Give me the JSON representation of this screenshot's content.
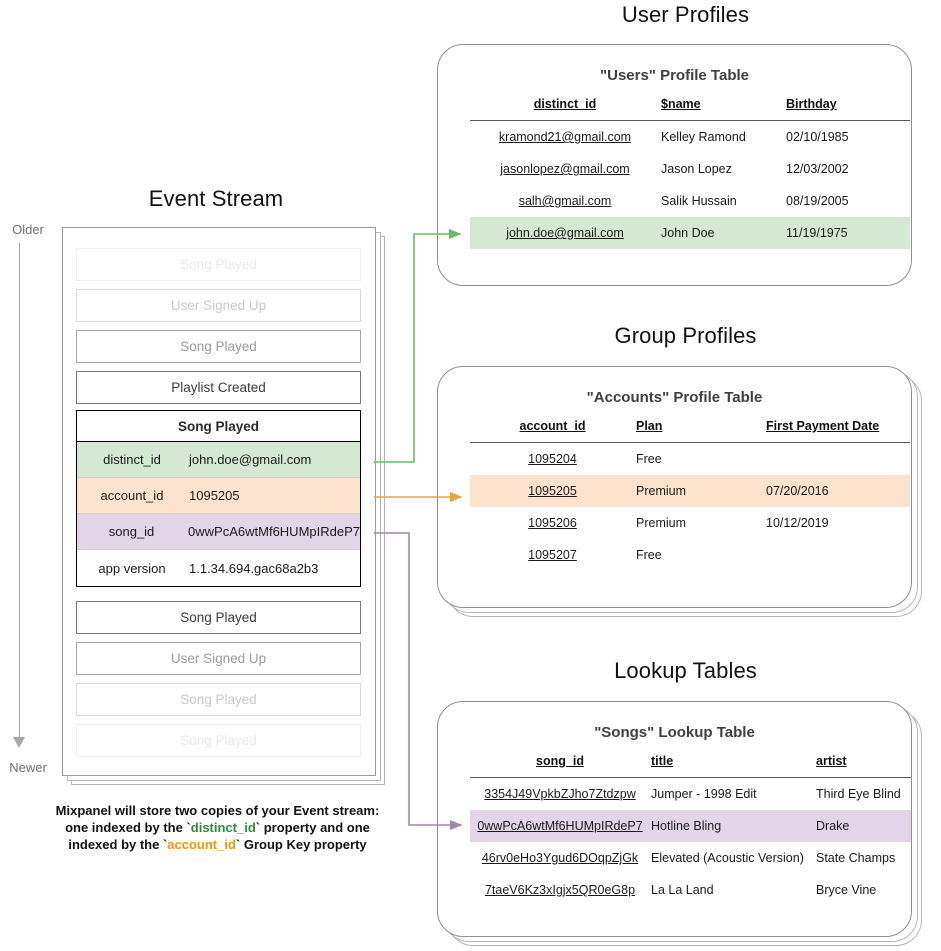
{
  "colors": {
    "green_highlight": "#d5e8d4",
    "orange_highlight": "#fde3ce",
    "purple_highlight": "#e1d5e7",
    "green_arrow": "#6cb86c",
    "orange_arrow": "#e8a33d",
    "purple_arrow": "#9f8aa8"
  },
  "event_stream": {
    "title": "Event Stream",
    "axis_top_label": "Older",
    "axis_bottom_label": "Newer",
    "events_above": [
      {
        "label": "Song Played",
        "fade": "ev-fade3"
      },
      {
        "label": "User Signed Up",
        "fade": "ev-fade2"
      },
      {
        "label": "Song Played",
        "fade": "ev-fade1"
      },
      {
        "label": "Playlist Created",
        "fade": "ev-solid"
      }
    ],
    "focused_event": {
      "name": "Song Played",
      "properties": [
        {
          "key": "distinct_id",
          "value": "john.doe@gmail.com",
          "highlight": "hl-green"
        },
        {
          "key": "account_id",
          "value": "1095205",
          "highlight": "hl-orange"
        },
        {
          "key": "song_id",
          "value": "0wwPcA6wtMf6HUMpIRdeP7",
          "highlight": "hl-purple"
        },
        {
          "key": "app version",
          "value": "1.1.34.694.gac68a2b3",
          "highlight": ""
        }
      ]
    },
    "events_below": [
      {
        "label": "Song Played",
        "fade": "ev-solid"
      },
      {
        "label": "User Signed Up",
        "fade": "ev-fade1"
      },
      {
        "label": "Song Played",
        "fade": "ev-fade2"
      },
      {
        "label": "Song Played",
        "fade": "ev-fade3"
      }
    ],
    "caption": {
      "line1": "Mixpanel will store two copies of your Event stream:",
      "line2_a": "one indexed by the `",
      "line2_token": "distinct_id",
      "line2_b": "` property and one",
      "line3_a": "indexed by the `",
      "line3_token": "account_id",
      "line3_b": "` Group Key property"
    }
  },
  "user_profiles": {
    "section_title": "User Profiles",
    "card_heading": "\"Users\" Profile Table",
    "columns": [
      "distinct_id",
      "$name",
      "Birthday"
    ],
    "rows": [
      {
        "cells": [
          "kramond21@gmail.com",
          "Kelley Ramond",
          "02/10/1985"
        ],
        "highlight": ""
      },
      {
        "cells": [
          "jasonlopez@gmail.com",
          "Jason Lopez",
          "12/03/2002"
        ],
        "highlight": ""
      },
      {
        "cells": [
          "salh@gmail.com",
          "Salik Hussain",
          "08/19/2005"
        ],
        "highlight": ""
      },
      {
        "cells": [
          "john.doe@gmail.com",
          "John Doe",
          "11/19/1975"
        ],
        "highlight": "hl-row-green"
      }
    ],
    "stack_layers": 1
  },
  "group_profiles": {
    "section_title": "Group Profiles",
    "card_heading": "\"Accounts\" Profile Table",
    "columns": [
      "account_id",
      "Plan",
      "First Payment Date"
    ],
    "rows": [
      {
        "cells": [
          "1095204",
          "Free",
          ""
        ],
        "highlight": ""
      },
      {
        "cells": [
          "1095205",
          "Premium",
          "07/20/2016"
        ],
        "highlight": "hl-row-orange"
      },
      {
        "cells": [
          "1095206",
          "Premium",
          "10/12/2019"
        ],
        "highlight": ""
      },
      {
        "cells": [
          "1095207",
          "Free",
          ""
        ],
        "highlight": ""
      }
    ],
    "stack_layers": 3
  },
  "lookup_tables": {
    "section_title": "Lookup Tables",
    "card_heading": "\"Songs\" Lookup Table",
    "columns": [
      "song_id",
      "title",
      "artist"
    ],
    "rows": [
      {
        "cells": [
          "3354J49VpkbZJho7Ztdzpw",
          "Jumper - 1998 Edit",
          "Third Eye Blind"
        ],
        "highlight": ""
      },
      {
        "cells": [
          "0wwPcA6wtMf6HUMpIRdeP7",
          "Hotline Bling",
          "Drake"
        ],
        "highlight": "hl-row-purple"
      },
      {
        "cells": [
          "46rv0eHo3Ygud6DOqpZjGk",
          "Elevated (Acoustic Version)",
          "State Champs"
        ],
        "highlight": ""
      },
      {
        "cells": [
          "7taeV6Kz3xIgjx5QR0eG8p",
          "La La Land",
          "Bryce Vine"
        ],
        "highlight": ""
      }
    ],
    "stack_layers": 3
  }
}
